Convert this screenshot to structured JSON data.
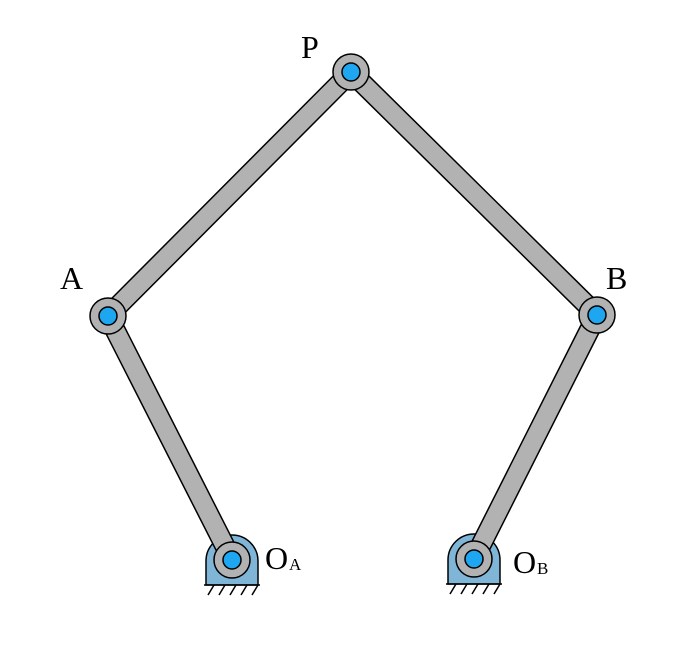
{
  "labels": {
    "P": "P",
    "A": "A",
    "B": "B",
    "OA_main": "O",
    "OA_sub": "A",
    "OB_main": "O",
    "OB_sub": "B"
  },
  "colors": {
    "link_fill": "#b2b2b2",
    "link_stroke": "#000000",
    "pin_fill": "#1ea7f0",
    "joint_fill": "#b2b2b2",
    "support_fill": "#7fb6d8"
  }
}
